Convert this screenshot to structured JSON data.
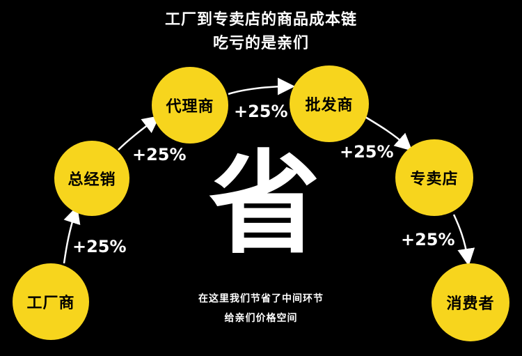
{
  "header": {
    "line1": "工厂到专卖店的商品成本链",
    "line2": "吃亏的是亲们"
  },
  "nodes": {
    "factory": "工厂商",
    "distributor": "总经销",
    "agent": "代理商",
    "wholesaler": "批发商",
    "store": "专卖店",
    "consumer": "消费者"
  },
  "markups": {
    "m1": "+25%",
    "m2": "+25%",
    "m3": "+25%",
    "m4": "+25%",
    "m5": "+25%"
  },
  "center": {
    "big_char": "省"
  },
  "footer": {
    "line1": "在这里我们节省了中间环节",
    "line2": "给亲们价格空间"
  },
  "colors": {
    "background": "#000000",
    "node": "#f7d51d",
    "text": "#ffffff"
  }
}
